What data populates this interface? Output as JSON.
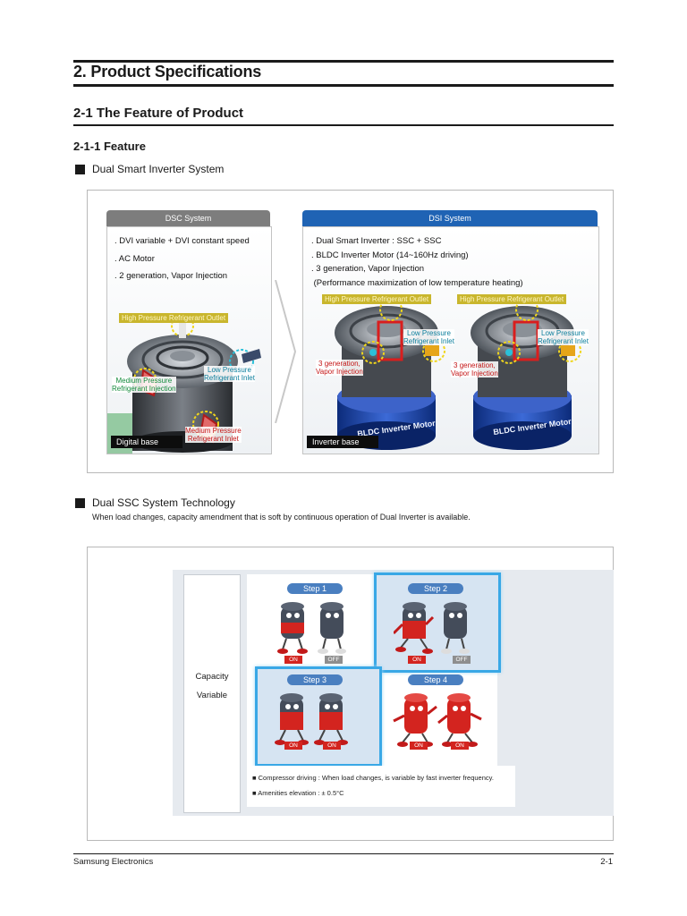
{
  "document": {
    "section_title": "2. Product Specifications",
    "subsection_title": "2-1 The Feature of Product",
    "subsubsection_title": "2-1-1 Feature"
  },
  "dual_smart": {
    "bullet_title": "Dual Smart Inverter System",
    "dsc": {
      "header": "DSC System",
      "features": [
        ". DVI variable + DVI constant speed",
        ". AC Motor",
        ". 2 generation, Vapor Injection"
      ],
      "tag_high": "High Pressure Refrigerant Outlet",
      "label_low_line1": "Low Pressure",
      "label_low_line2": "Refrigerant Inlet",
      "label_medium_inj_line1": "Medium Pressure",
      "label_medium_inj_line2": "Refrigerant Injection",
      "label_medium_inlet_line1": "Medium Pressure",
      "label_medium_inlet_line2": "Refrigerant Inlet",
      "base_label": "Digital base"
    },
    "dsi": {
      "header": "DSI System",
      "features": [
        ". Dual Smart Inverter : SSC + SSC",
        ". BLDC Inverter Motor (14~160Hz driving)",
        ". 3 generation, Vapor Injection",
        " (Performance maximization of low temperature heating)"
      ],
      "tag_high": "High Pressure Refrigerant Outlet",
      "label_low_line1": "Low Pressure",
      "label_low_line2": "Refrigerant Inlet",
      "label_gen_line1": "3 generation,",
      "label_gen_line2": "Vapor Injection",
      "motor_label": "BLDC Inverter Motor",
      "base_label": "Inverter base"
    }
  },
  "dual_ssc": {
    "bullet_title": "Dual SSC System Technology",
    "description": "When load changes, capacity amendment that is soft by continuous operation of Dual Inverter is available.",
    "side_label_line1": "Capacity",
    "side_label_line2": "Variable",
    "steps": [
      {
        "label": "Step 1",
        "left": "ON",
        "right": "OFF"
      },
      {
        "label": "Step 2",
        "left": "ON",
        "right": "OFF"
      },
      {
        "label": "Step 3",
        "left": "ON",
        "right": "ON"
      },
      {
        "label": "Step 4",
        "left": "ON",
        "right": "ON"
      }
    ],
    "notes": [
      "■ Compressor driving : When load changes, is variable by fast inverter frequency.",
      "■ Amenities elevation : ± 0.5°C"
    ]
  },
  "footer": {
    "left": "Samsung Electronics",
    "right": "2-1"
  },
  "colors": {
    "dsc_header": "#7d7d7d",
    "dsi_header": "#1f63b4",
    "tag_yellow": "#c9b62d",
    "on_red": "#d3241f",
    "off_gray": "#8e8e8e",
    "step_highlight": "#39a8e6"
  }
}
